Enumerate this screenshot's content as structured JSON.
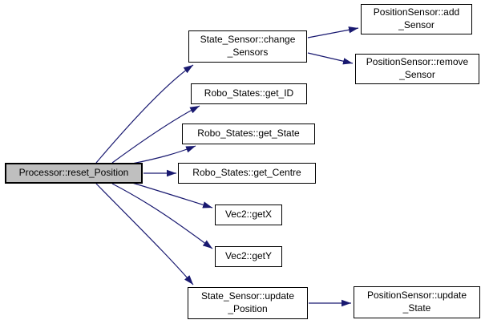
{
  "diagram": {
    "type": "call-graph",
    "colors": {
      "edge": "#191970",
      "node_border": "#000000",
      "node_fill": "#ffffff",
      "highlight_fill": "#bfbfbf",
      "background": "#ffffff"
    },
    "nodes": [
      {
        "id": "reset-position",
        "label": "Processor::reset_Position",
        "highlighted": true
      },
      {
        "id": "change-sensors",
        "label": "State_Sensor::change\n_Sensors"
      },
      {
        "id": "get-id",
        "label": "Robo_States::get_ID"
      },
      {
        "id": "get-state",
        "label": "Robo_States::get_State"
      },
      {
        "id": "get-centre",
        "label": "Robo_States::get_Centre"
      },
      {
        "id": "getx",
        "label": "Vec2::getX"
      },
      {
        "id": "gety",
        "label": "Vec2::getY"
      },
      {
        "id": "update-position",
        "label": "State_Sensor::update\n_Position"
      },
      {
        "id": "add-sensor",
        "label": "PositionSensor::add\n_Sensor"
      },
      {
        "id": "remove-sensor",
        "label": "PositionSensor::remove\n_Sensor"
      },
      {
        "id": "update-state",
        "label": "PositionSensor::update\n_State"
      }
    ],
    "edges": [
      {
        "from": "reset-position",
        "to": "change-sensors"
      },
      {
        "from": "reset-position",
        "to": "get-id"
      },
      {
        "from": "reset-position",
        "to": "get-state"
      },
      {
        "from": "reset-position",
        "to": "get-centre"
      },
      {
        "from": "reset-position",
        "to": "getx"
      },
      {
        "from": "reset-position",
        "to": "gety"
      },
      {
        "from": "reset-position",
        "to": "update-position"
      },
      {
        "from": "change-sensors",
        "to": "add-sensor"
      },
      {
        "from": "change-sensors",
        "to": "remove-sensor"
      },
      {
        "from": "update-position",
        "to": "update-state"
      }
    ]
  }
}
